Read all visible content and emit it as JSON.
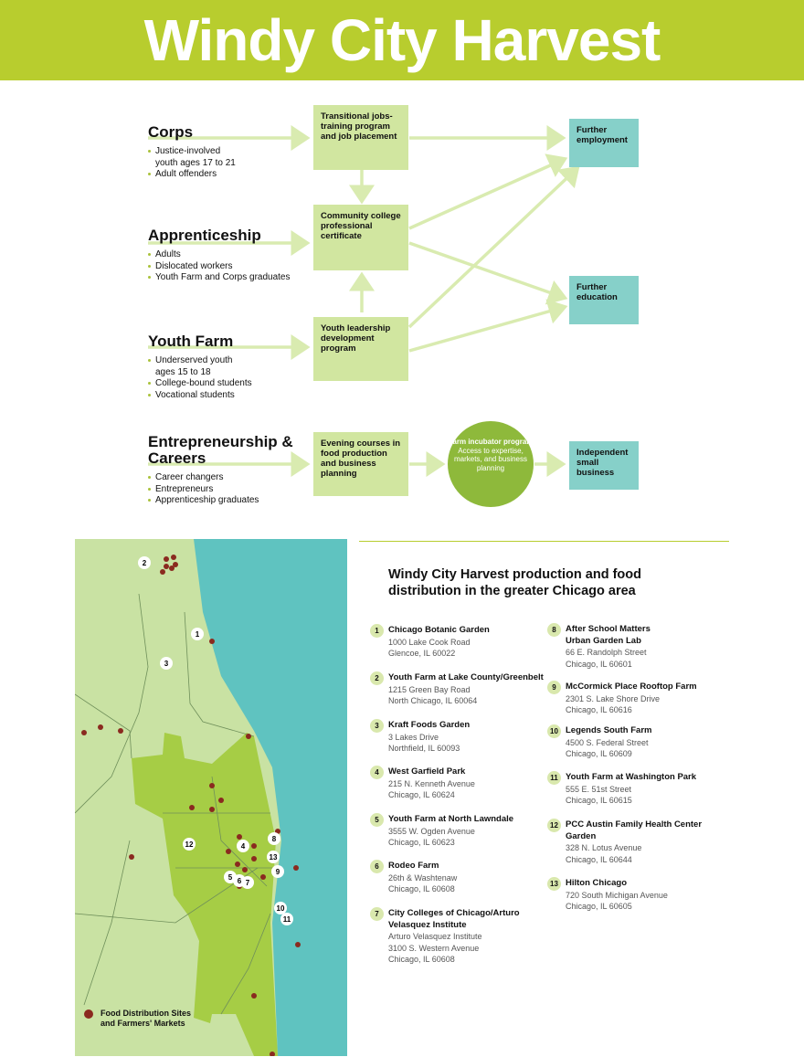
{
  "header": {
    "title": "Windy City Harvest"
  },
  "programs": [
    {
      "id": "corps",
      "title": "Corps",
      "items": [
        "Justice-involved youth ages 17 to 21",
        "Adult offenders"
      ]
    },
    {
      "id": "apprenticeship",
      "title": "Apprenticeship",
      "items": [
        "Adults",
        "Dislocated workers",
        "Youth Farm and Corps graduates"
      ]
    },
    {
      "id": "youth-farm",
      "title": "Youth Farm",
      "items": [
        "Underserved youth ages 15 to 18",
        "College-bound students",
        "Vocational students"
      ]
    },
    {
      "id": "entrepreneurship",
      "title": "Entrepreneurship & Careers",
      "items": [
        "Career changers",
        "Entrepreneurs",
        "Apprenticeship graduates"
      ]
    }
  ],
  "boxes": {
    "transitional": "Transitional jobs-training program and job placement",
    "community_college": "Community college professional certificate",
    "youth_leadership": "Youth leadership development program",
    "evening_courses": "Evening courses in food production and business planning"
  },
  "incubator": {
    "title": "Farm incubator program",
    "desc": "Access to expertise, markets, and business planning"
  },
  "outcomes": {
    "employment": "Further employment",
    "education": "Further education",
    "business": "Independent small business"
  },
  "map": {
    "legend": "Food Distribution Sites and Farmers' Markets"
  },
  "list": {
    "title": "Windy City Harvest production and food distribution in the greater Chicago area",
    "locations": [
      {
        "n": "1",
        "name": "Chicago Botanic Garden",
        "lines": [
          "1000 Lake Cook Road",
          "Glencoe, IL 60022"
        ]
      },
      {
        "n": "2",
        "name": "Youth Farm at Lake County/Greenbelt",
        "lines": [
          "1215 Green Bay Road",
          "North Chicago, IL 60064"
        ]
      },
      {
        "n": "3",
        "name": "Kraft Foods Garden",
        "lines": [
          "3 Lakes Drive",
          "Northfield, IL 60093"
        ]
      },
      {
        "n": "4",
        "name": "West Garfield Park",
        "lines": [
          "215 N. Kenneth Avenue",
          "Chicago, IL 60624"
        ]
      },
      {
        "n": "5",
        "name": "Youth Farm at North Lawndale",
        "lines": [
          "3555 W. Ogden Avenue",
          "Chicago, IL 60623"
        ]
      },
      {
        "n": "6",
        "name": "Rodeo Farm",
        "lines": [
          "26th & Washtenaw",
          "Chicago, IL 60608"
        ]
      },
      {
        "n": "7",
        "name": "City Colleges of Chicago/Arturo Velasquez Institute",
        "lines": [
          "Arturo Velasquez Institute",
          "3100 S. Western Avenue",
          "Chicago, IL 60608"
        ]
      },
      {
        "n": "8",
        "name": "After School Matters Urban Garden Lab",
        "lines": [
          "66 E. Randolph Street",
          "Chicago, IL 60601"
        ]
      },
      {
        "n": "9",
        "name": "McCormick Place Rooftop Farm",
        "lines": [
          "2301 S. Lake Shore Drive",
          "Chicago, IL 60616"
        ]
      },
      {
        "n": "10",
        "name": "Legends South Farm",
        "lines": [
          "4500 S. Federal Street",
          "Chicago, IL 60609"
        ]
      },
      {
        "n": "11",
        "name": "Youth Farm at Washington Park",
        "lines": [
          "555 E. 51st Street",
          "Chicago, IL 60615"
        ]
      },
      {
        "n": "12",
        "name": "PCC Austin Family Health Center Garden",
        "lines": [
          "328 N. Lotus Avenue",
          "Chicago, IL 60644"
        ]
      },
      {
        "n": "13",
        "name": "Hilton Chicago",
        "lines": [
          "720 South Michigan Avenue",
          "Chicago, IL 60605"
        ]
      }
    ]
  },
  "colors": {
    "header": "#b8cd2e",
    "box": "#d1e6a0",
    "outcome": "#86d0c9",
    "incubator": "#8eb93b",
    "arrow": "#d9ebb0",
    "site": "#8a2a1f"
  }
}
